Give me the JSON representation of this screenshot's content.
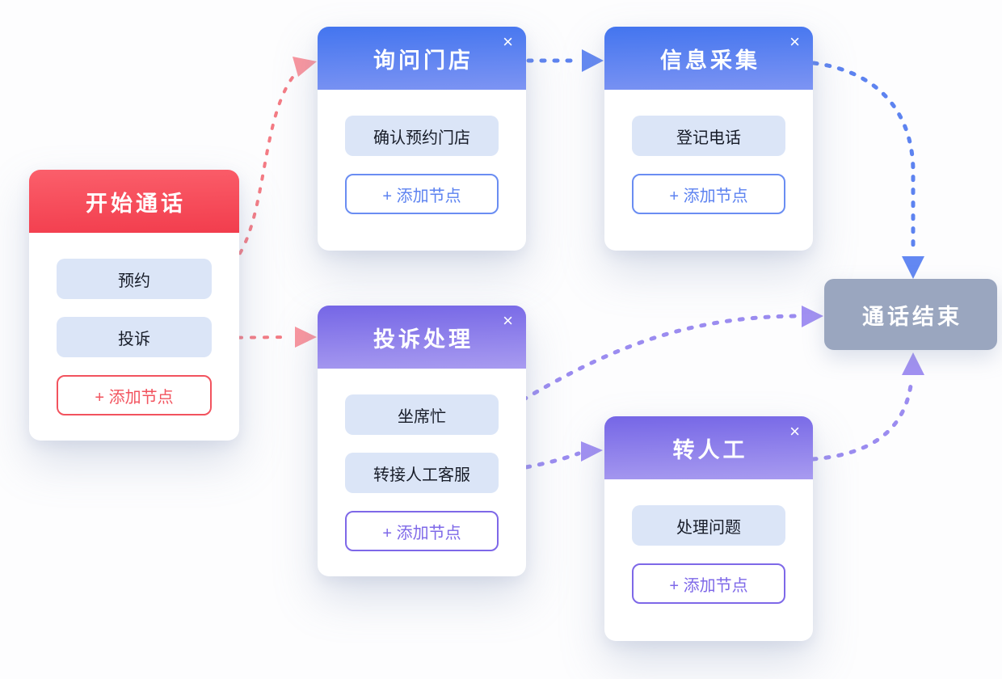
{
  "flow": {
    "close_glyph": "×",
    "nodes": [
      {
        "title": "开始通话",
        "items": [
          "预约",
          "投诉"
        ],
        "add_label": "+ 添加节点"
      },
      {
        "title": "询问门店",
        "items": [
          "确认预约门店"
        ],
        "add_label": "+ 添加节点"
      },
      {
        "title": "信息采集",
        "items": [
          "登记电话"
        ],
        "add_label": "+ 添加节点"
      },
      {
        "title": "投诉处理",
        "items": [
          "坐席忙",
          "转接人工客服"
        ],
        "add_label": "+ 添加节点"
      },
      {
        "title": "转人工",
        "items": [
          "处理问题"
        ],
        "add_label": "+ 添加节点"
      },
      {
        "title": "通话结束"
      }
    ],
    "colors": {
      "start_red": "#f23d4d",
      "primary_blue": "#4f7bef",
      "purple": "#7e68e8",
      "end_gray": "#9aa6bf",
      "item_bg": "#dbe5f7",
      "edge_red": "#f47b84",
      "edge_blue": "#5d83f0",
      "edge_purple": "#9b8cf0"
    }
  }
}
